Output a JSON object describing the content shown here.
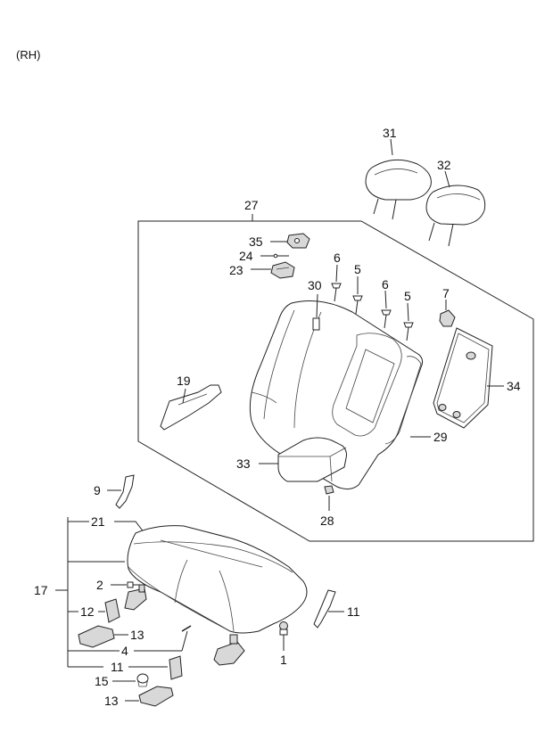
{
  "title": "(RH)",
  "callouts": {
    "c1": "1",
    "c2": "2",
    "c4": "4",
    "c5a": "5",
    "c5b": "5",
    "c6a": "6",
    "c6b": "6",
    "c7": "7",
    "c9": "9",
    "c11a": "11",
    "c11b": "11",
    "c12": "12",
    "c13a": "13",
    "c13b": "13",
    "c15": "15",
    "c17": "17",
    "c19": "19",
    "c21": "21",
    "c23": "23",
    "c24": "24",
    "c27": "27",
    "c28": "28",
    "c29": "29",
    "c30": "30",
    "c31": "31",
    "c32": "32",
    "c33": "33",
    "c34": "34",
    "c35": "35"
  }
}
